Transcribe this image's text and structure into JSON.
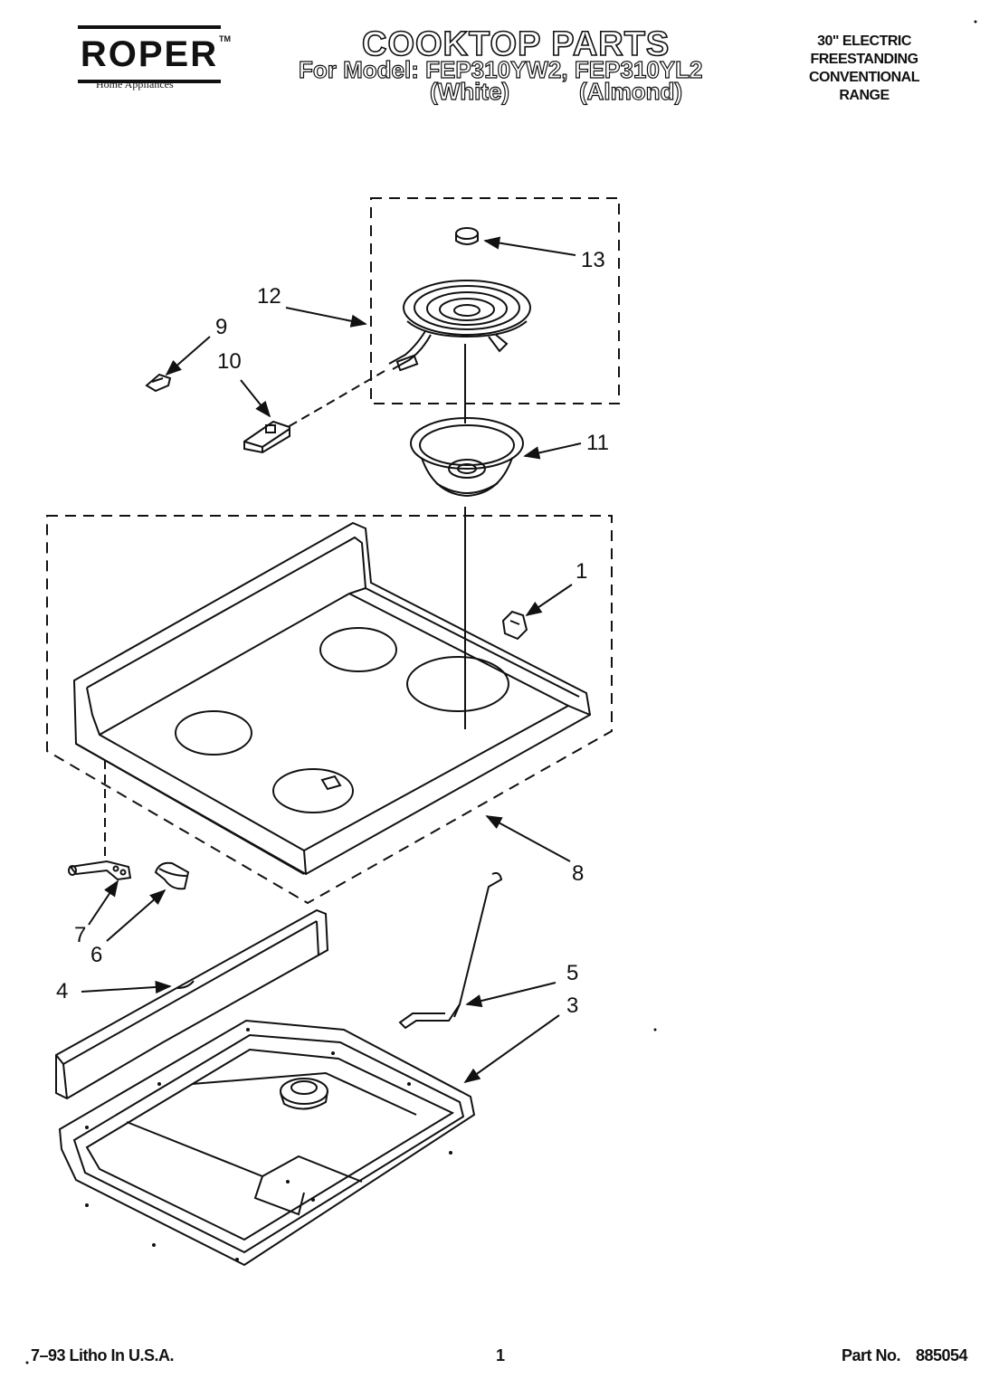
{
  "header": {
    "brand": "ROPER",
    "brand_tm": "TM",
    "brand_sub": "Home Appliances",
    "title": "COOKTOP PARTS",
    "model_line": "For Model: FEP310YW2, FEP310YL2",
    "color_white": "(White)",
    "color_almond": "(Almond)",
    "type_lines": [
      "30\" ELECTRIC",
      "FREESTANDING",
      "CONVENTIONAL",
      "RANGE"
    ]
  },
  "callouts": {
    "c1": "1",
    "c3": "3",
    "c4": "4",
    "c5": "5",
    "c6": "6",
    "c7": "7",
    "c8": "8",
    "c9": "9",
    "c10": "10",
    "c11": "11",
    "c12": "12",
    "c13": "13"
  },
  "footer": {
    "litho": "7–93 Litho In U.S.A.",
    "page": "1",
    "part_no_label": "Part No.",
    "part_no": "885054"
  }
}
